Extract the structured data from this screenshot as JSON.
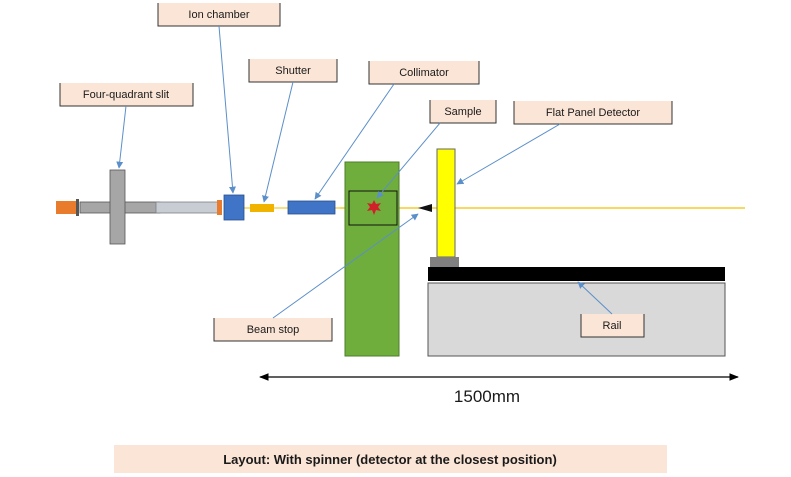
{
  "labels": {
    "ion_chamber": "Ion chamber",
    "shutter": "Shutter",
    "collimator": "Collimator",
    "four_quadrant_slit": "Four-quadrant slit",
    "sample": "Sample",
    "flat_panel_detector": "Flat Panel Detector",
    "beam_stop": "Beam stop",
    "rail": "Rail"
  },
  "dimension": "1500mm",
  "caption": "Layout: With spinner (detector at the closest position)",
  "colors": {
    "label_fill": "#fbe5d6",
    "pointer": "#5b8fc9",
    "beam": "#f2c200",
    "slit_body": "#a6a6a6",
    "pipe": "#c8cdd3",
    "flange": "#e97b2c",
    "ion_chamber": "#3f74c6",
    "shutter": "#f0b400",
    "collimator": "#3f74c6",
    "spinner_stage": "#6fae3c",
    "sample_marker": "#d0202a",
    "detector": "#ffff00",
    "rail_top": "#000000",
    "rail_base": "#d9d9d9"
  }
}
